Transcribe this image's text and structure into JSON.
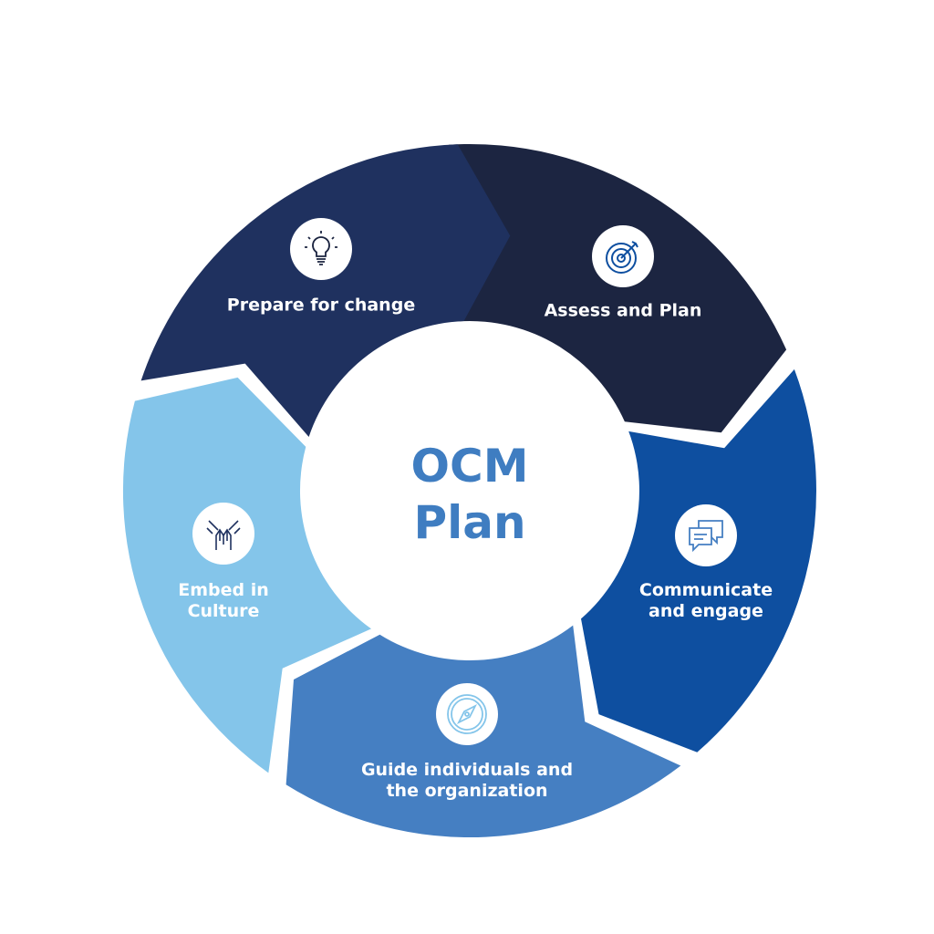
{
  "center": {
    "line1": "OCM",
    "line2": "Plan",
    "color": "#3f7dc1"
  },
  "segments": [
    {
      "label": "Prepare for change",
      "icon": "lightbulb-icon",
      "color": "#1c2541"
    },
    {
      "label": "Assess and Plan",
      "icon": "target-icon",
      "color": "#0e4fa0"
    },
    {
      "label": "Communicate and engage",
      "icon": "chat-bubbles-icon",
      "color": "#457fc2"
    },
    {
      "label": "Guide individuals and the organization",
      "icon": "compass-icon",
      "color": "#84c5ea"
    },
    {
      "label": "Embed in Culture",
      "icon": "hands-icon",
      "color": "#1f315f"
    }
  ]
}
